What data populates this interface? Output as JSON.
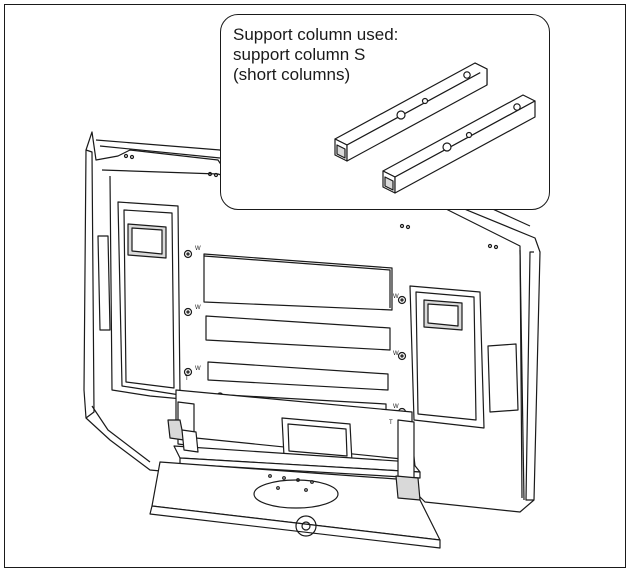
{
  "callout": {
    "line1": "Support column used:",
    "line2": "support column S",
    "line3": "(short columns)"
  },
  "markings": {
    "w": "W",
    "t": "T"
  },
  "colors": {
    "line": "#1a1a1a",
    "background": "#ffffff",
    "shade": "#d9d9d9"
  }
}
